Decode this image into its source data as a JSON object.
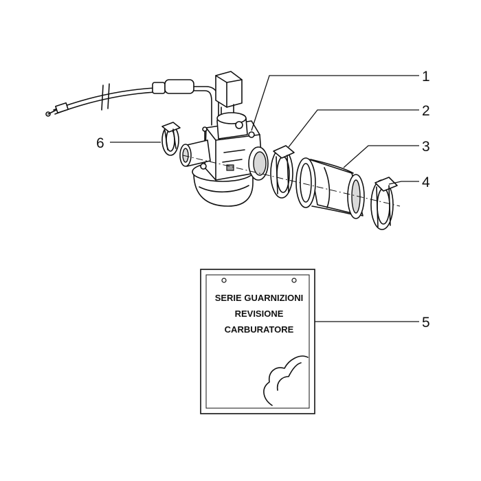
{
  "callouts": [
    {
      "number": "1",
      "part": "carburetor"
    },
    {
      "number": "2",
      "part": "clamp"
    },
    {
      "number": "3",
      "part": "intake-sleeve"
    },
    {
      "number": "4",
      "part": "clamp"
    },
    {
      "number": "5",
      "part": "gasket-kit"
    },
    {
      "number": "6",
      "part": "clamp"
    }
  ],
  "kit_label": {
    "line1": "SERIE GUARNIZIONI",
    "line2": "REVISIONE",
    "line3": "CARBURATORE"
  },
  "colors": {
    "line": "#111111",
    "background": "#ffffff",
    "shade": "#d9d9d9"
  }
}
